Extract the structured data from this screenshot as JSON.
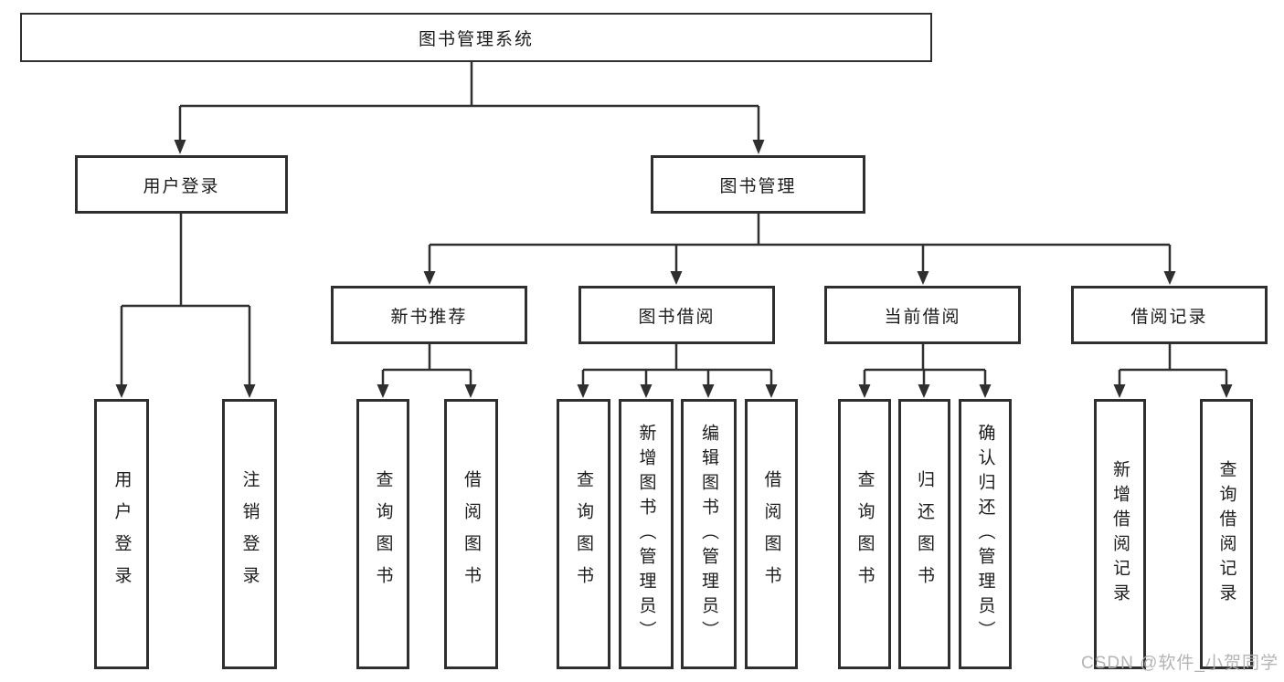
{
  "tree": {
    "root": {
      "label": "图书管理系统"
    },
    "branches": [
      {
        "label": "用户登录",
        "children": [
          "用户登录",
          "注销登录"
        ]
      },
      {
        "label": "图书管理",
        "groups": [
          {
            "label": "新书推荐",
            "children": [
              "查询图书",
              "借阅图书"
            ]
          },
          {
            "label": "图书借阅",
            "children": [
              "查询图书",
              "新增图书（管理员）",
              "编辑图书（管理员）",
              "借阅图书"
            ]
          },
          {
            "label": "当前借阅",
            "children": [
              "查询图书",
              "归还图书",
              "确认归还（管理员）"
            ]
          },
          {
            "label": "借阅记录",
            "children": [
              "新增借阅记录",
              "查询借阅记录"
            ]
          }
        ]
      }
    ]
  },
  "watermark": "CSDN @软件_小贺同学",
  "colors": {
    "line": "#2f2f2f",
    "box_background": "#ffffff",
    "watermark_text": "#b1b0b1"
  }
}
